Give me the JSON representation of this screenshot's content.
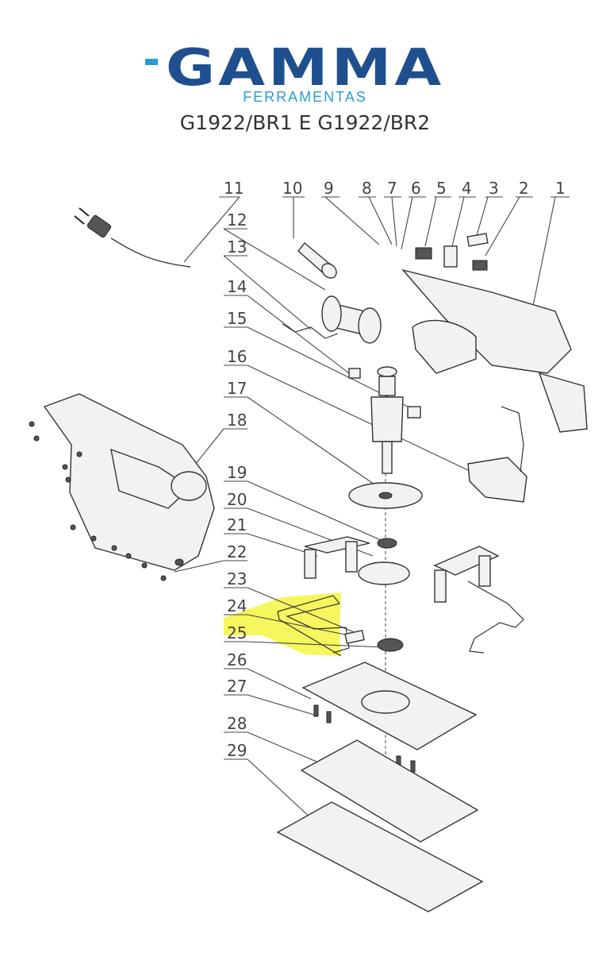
{
  "brand": {
    "name": "GAMMA",
    "subtitle": "FERRAMENTAS"
  },
  "model": "G1922/BR1 E G1922/BR2",
  "highlight_color": "#f5f542",
  "brand_color": "#1f4f8f",
  "accent_color": "#2a9bd6",
  "labels": {
    "p1": "1",
    "p2": "2",
    "p3": "3",
    "p4": "4",
    "p5": "5",
    "p6": "6",
    "p7": "7",
    "p8": "8",
    "p9": "9",
    "p10": "10",
    "p11": "11",
    "p12": "12",
    "p13": "13",
    "p14": "14",
    "p15": "15",
    "p16": "16",
    "p17": "17",
    "p18": "18",
    "p19": "19",
    "p20": "20",
    "p21": "21",
    "p22": "22",
    "p23": "23",
    "p24": "24",
    "p25": "25",
    "p26": "26",
    "p27": "27",
    "p28": "28",
    "p29": "29"
  }
}
